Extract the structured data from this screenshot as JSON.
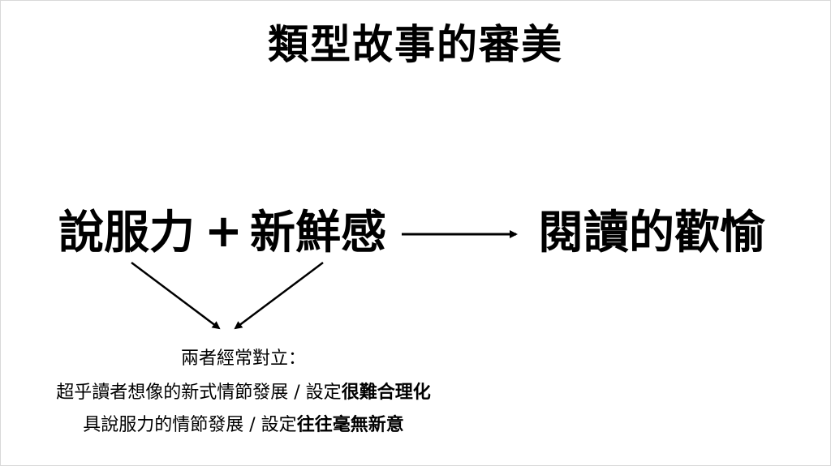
{
  "slide": {
    "title": "類型故事的審美",
    "left_term_1": "說服力",
    "plus": "+",
    "left_term_2": "新鮮感",
    "result": "閱讀的歡愉",
    "notes": {
      "line1": "兩者經常對立：",
      "line2_normal": "超乎讀者想像的新式情節發展 / 設定",
      "line2_bold": "很難合理化",
      "line3_normal": "具說服力的情節發展 / 設定",
      "line3_bold": "往往毫無新意"
    }
  }
}
